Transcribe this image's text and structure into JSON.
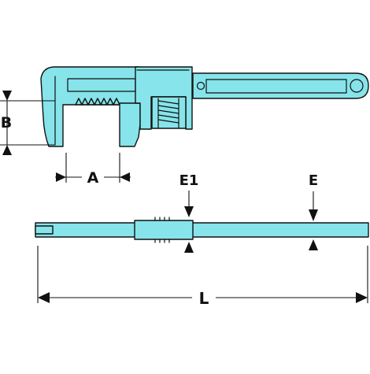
{
  "labels": {
    "a": "A",
    "b": "B",
    "e": "E",
    "e1": "E1",
    "l": "L"
  },
  "colors": {
    "tool_fill": "#86e4ea",
    "line": "#111111",
    "background": "#ffffff"
  }
}
